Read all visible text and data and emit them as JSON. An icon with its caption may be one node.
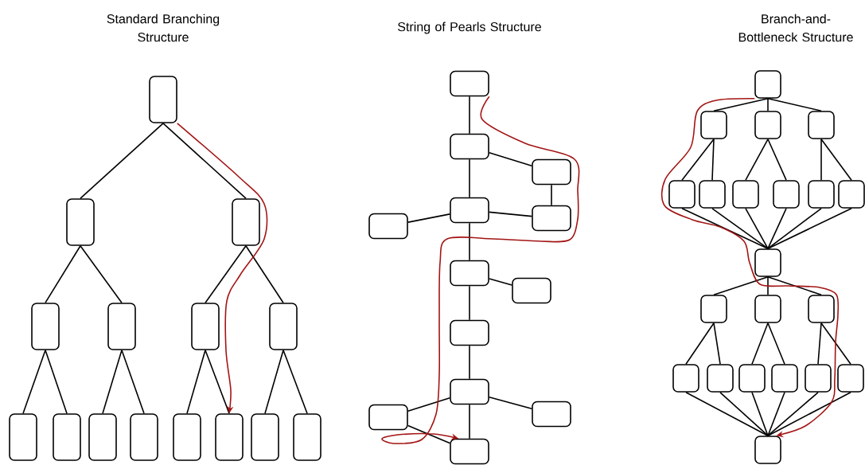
{
  "diagram": {
    "nodes": [
      {
        "text": [],
        "shape": "box"
      },
      {
        "text": [],
        "shape": "box"
      },
      {
        "text": [],
        "shape": "box"
      },
      {
        "text": [],
        "shape": "box"
      },
      {
        "text": [],
        "shape": "box"
      },
      {
        "text": [],
        "shape": "box"
      },
      {
        "text": [],
        "shape": "box"
      },
      {
        "text": [],
        "shape": "box"
      },
      {
        "text": [],
        "shape": "box"
      },
      {
        "text": [],
        "shape": "box"
      },
      {
        "text": [],
        "shape": "box"
      },
      {
        "text": [],
        "shape": "box"
      },
      {
        "text": [],
        "shape": "box"
      },
      {
        "text": [],
        "shape": "box"
      },
      {
        "text": [],
        "shape": "box"
      },
      {
        "text": [],
        "shape": "box"
      },
      {
        "text": [],
        "shape": "box"
      },
      {
        "text": [],
        "shape": "box"
      },
      {
        "text": [],
        "shape": "box"
      },
      {
        "text": [],
        "shape": "box"
      },
      {
        "text": [],
        "shape": "box"
      },
      {
        "text": [],
        "shape": "box"
      },
      {
        "text": [],
        "shape": "box"
      },
      {
        "text": [],
        "shape": "box"
      },
      {
        "text": [],
        "shape": "box"
      },
      {
        "text": [],
        "shape": "box"
      },
      {
        "text": [],
        "shape": "box"
      },
      {
        "text": [],
        "shape": "box"
      },
      {
        "text": [],
        "shape": "box"
      },
      {
        "text": [],
        "shape": "box"
      },
      {
        "text": [],
        "shape": "box"
      },
      {
        "text": [],
        "shape": "box"
      },
      {
        "text": [],
        "shape": "box"
      },
      {
        "text": [],
        "shape": "box"
      },
      {
        "text": [],
        "shape": "box"
      },
      {
        "text": [],
        "shape": "box"
      },
      {
        "text": [],
        "shape": "box"
      },
      {
        "text": [],
        "shape": "box"
      },
      {
        "text": [],
        "shape": "box"
      },
      {
        "text": [],
        "shape": "box"
      },
      {
        "text": [],
        "shape": "box"
      },
      {
        "text": [],
        "shape": "box"
      },
      {
        "text": [],
        "shape": "box"
      },
      {
        "text": [],
        "shape": "box"
      },
      {
        "text": [],
        "shape": "box"
      },
      {
        "text": [],
        "shape": "box"
      },
      {
        "text": [],
        "shape": "box"
      },
      {
        "text": [],
        "shape": "box"
      },
      {
        "text": [],
        "shape": "box"
      }
    ],
    "edges": [
      {
        "from": 0,
        "to": 1,
        "arrow": "none"
      },
      {
        "from": 0,
        "to": 2,
        "arrow": "none"
      },
      {
        "from": 1,
        "to": 3,
        "arrow": "none"
      },
      {
        "from": 1,
        "to": 4,
        "arrow": "none"
      },
      {
        "from": 2,
        "to": 5,
        "arrow": "none"
      },
      {
        "from": 2,
        "to": 6,
        "arrow": "none"
      },
      {
        "from": 3,
        "to": 7,
        "arrow": "none"
      },
      {
        "from": 3,
        "to": 8,
        "arrow": "none"
      },
      {
        "from": 4,
        "to": 9,
        "arrow": "none"
      },
      {
        "from": 4,
        "to": 10,
        "arrow": "none"
      },
      {
        "from": 5,
        "to": 11,
        "arrow": "none"
      },
      {
        "from": 5,
        "to": 12,
        "arrow": "none"
      },
      {
        "from": 6,
        "to": 13,
        "arrow": "none"
      },
      {
        "from": 6,
        "to": 14,
        "arrow": "none"
      },
      {
        "from": 0,
        "to": 12,
        "arrow": "to",
        "color": "#a31515"
      },
      {
        "from": 15,
        "to": 16,
        "arrow": "none"
      },
      {
        "from": 16,
        "to": 17,
        "arrow": "none"
      },
      {
        "from": 17,
        "to": 19,
        "arrow": "none"
      },
      {
        "from": 16,
        "to": 18,
        "arrow": "none"
      },
      {
        "from": 19,
        "to": 18,
        "arrow": "none"
      },
      {
        "from": 20,
        "to": 18,
        "arrow": "none"
      },
      {
        "from": 18,
        "to": 21,
        "arrow": "none"
      },
      {
        "from": 21,
        "to": 22,
        "arrow": "none"
      },
      {
        "from": 21,
        "to": 23,
        "arrow": "none"
      },
      {
        "from": 23,
        "to": 24,
        "arrow": "none"
      },
      {
        "from": 24,
        "to": 25,
        "arrow": "none"
      },
      {
        "from": 24,
        "to": 26,
        "arrow": "none"
      },
      {
        "from": 24,
        "to": 27,
        "arrow": "none"
      },
      {
        "from": 25,
        "to": 27,
        "arrow": "none"
      },
      {
        "from": 15,
        "to": 27,
        "arrow": "to",
        "color": "#a31515"
      },
      {
        "from": 28,
        "to": 29,
        "arrow": "none"
      },
      {
        "from": 28,
        "to": 30,
        "arrow": "none"
      },
      {
        "from": 28,
        "to": 31,
        "arrow": "none"
      },
      {
        "from": 29,
        "to": 32,
        "arrow": "none"
      },
      {
        "from": 29,
        "to": 33,
        "arrow": "none"
      },
      {
        "from": 30,
        "to": 34,
        "arrow": "none"
      },
      {
        "from": 30,
        "to": 35,
        "arrow": "none"
      },
      {
        "from": 31,
        "to": 36,
        "arrow": "none"
      },
      {
        "from": 31,
        "to": 37,
        "arrow": "none"
      },
      {
        "from": 32,
        "to": 38,
        "arrow": "none"
      },
      {
        "from": 33,
        "to": 38,
        "arrow": "none"
      },
      {
        "from": 34,
        "to": 38,
        "arrow": "none"
      },
      {
        "from": 35,
        "to": 38,
        "arrow": "none"
      },
      {
        "from": 36,
        "to": 38,
        "arrow": "none"
      },
      {
        "from": 37,
        "to": 38,
        "arrow": "none"
      },
      {
        "from": 38,
        "to": 39,
        "arrow": "none"
      },
      {
        "from": 38,
        "to": 40,
        "arrow": "none"
      },
      {
        "from": 38,
        "to": 41,
        "arrow": "none"
      },
      {
        "from": 39,
        "to": 42,
        "arrow": "none"
      },
      {
        "from": 39,
        "to": 43,
        "arrow": "none"
      },
      {
        "from": 40,
        "to": 44,
        "arrow": "none"
      },
      {
        "from": 40,
        "to": 45,
        "arrow": "none"
      },
      {
        "from": 41,
        "to": 46,
        "arrow": "none"
      },
      {
        "from": 41,
        "to": 47,
        "arrow": "none"
      },
      {
        "from": 42,
        "to": 48,
        "arrow": "none"
      },
      {
        "from": 43,
        "to": 48,
        "arrow": "none"
      },
      {
        "from": 44,
        "to": 48,
        "arrow": "none"
      },
      {
        "from": 45,
        "to": 48,
        "arrow": "none"
      },
      {
        "from": 46,
        "to": 48,
        "arrow": "none"
      },
      {
        "from": 47,
        "to": 48,
        "arrow": "none"
      },
      {
        "from": 28,
        "to": 48,
        "arrow": "to",
        "color": "#a31515"
      }
    ],
    "labels": [
      "Standard Branching Structure",
      "String of Pearls Structure",
      "Branch-and-Bottleneck Structure"
    ]
  }
}
